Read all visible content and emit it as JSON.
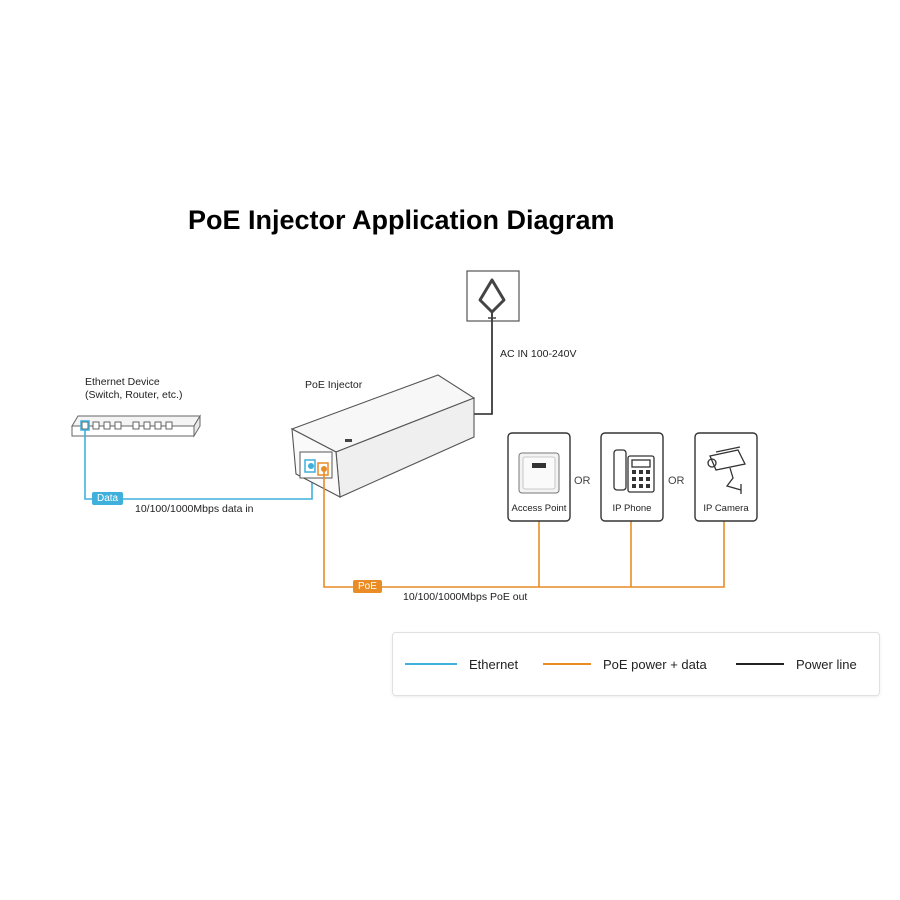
{
  "title": "PoE Injector Application Diagram",
  "ethernet_device": {
    "name": "Ethernet Device",
    "subtitle": "(Switch, Router, etc.)"
  },
  "injector_label": "PoE Injector",
  "ac_label": "AC IN 100-240V",
  "data_tag": "Data",
  "data_line_label": "10/100/1000Mbps data in",
  "poe_tag": "PoE",
  "poe_line_label": "10/100/1000Mbps PoE out",
  "devices": [
    {
      "name": "Access Point",
      "icon": "access-point-icon"
    },
    {
      "name": "IP Phone",
      "icon": "ip-phone-icon"
    },
    {
      "name": "IP Camera",
      "icon": "ip-camera-icon"
    }
  ],
  "or_text": "OR",
  "legend": [
    {
      "label": "Ethernet",
      "color": "#3fb0dc"
    },
    {
      "label": "PoE power + data",
      "color": "#e98c25"
    },
    {
      "label": "Power line",
      "color": "#222222"
    }
  ],
  "colors": {
    "ethernet": "#3fb0dc",
    "poe": "#e98c25",
    "power": "#222222"
  }
}
